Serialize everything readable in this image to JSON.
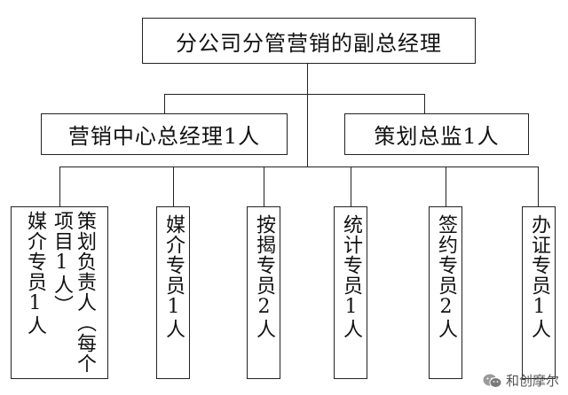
{
  "diagram": {
    "top": {
      "label": "分公司分管营销的副总经理"
    },
    "level2": [
      {
        "label": "营销中心总经理1人"
      },
      {
        "label": "策划总监1人"
      }
    ],
    "level3": [
      {
        "col1": "媒介专员1人",
        "col2": "策划负责人（每个项目1人）"
      },
      {
        "label": "媒介专员1人"
      },
      {
        "label": "按揭专员2人"
      },
      {
        "label": "统计专员1人"
      },
      {
        "label": "签约专员2人"
      },
      {
        "label": "办证专员1人"
      }
    ]
  },
  "watermark": {
    "text": "和创摩尔",
    "icon": "wechat-icon"
  }
}
